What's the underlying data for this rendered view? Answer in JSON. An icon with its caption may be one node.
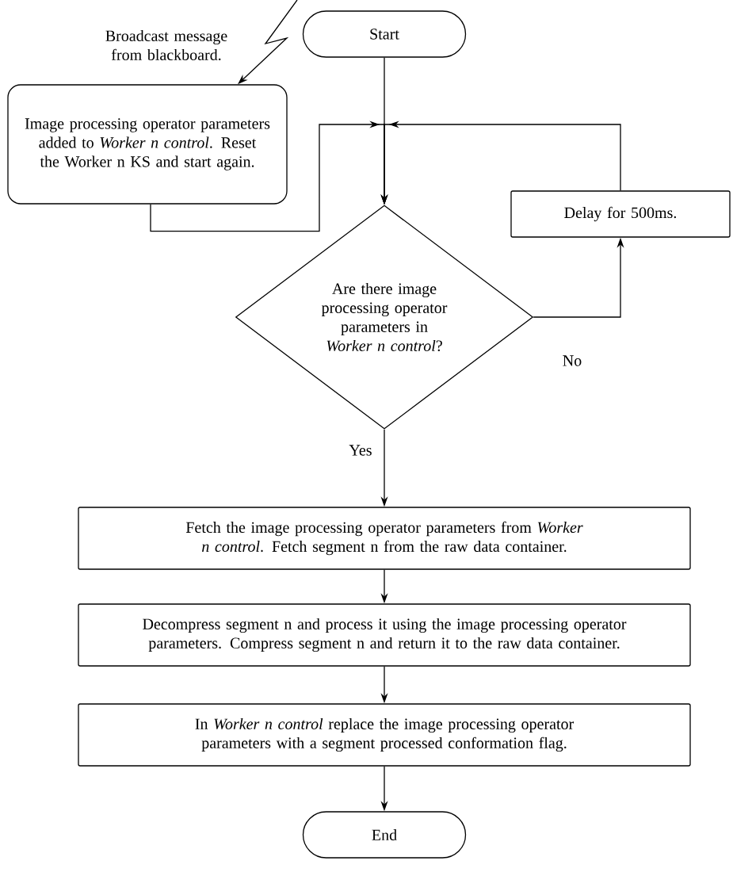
{
  "diagram": {
    "nodes": [
      {
        "text": [
          "Start"
        ]
      },
      {
        "text": [
          "Image processing operator parameters added to *Worker n control*. Reset the Worker n KS and start again."
        ]
      },
      {
        "text": [
          "Delay for 500ms."
        ]
      },
      {
        "text": [
          "Are there image processing operator parameters in *Worker n control*?"
        ]
      },
      {
        "text": [
          "Fetch the image processing operator parameters from *Worker n control*. Fetch segment n from the raw data container."
        ]
      },
      {
        "text": [
          "Decompress segment n and process it using the image processing operator parameters. Compress segment n and return it to the raw data container."
        ]
      },
      {
        "text": [
          "In *Worker n control* replace the image processing operator parameters with a segment processed conformation flag."
        ]
      },
      {
        "text": [
          "End"
        ]
      }
    ],
    "edges": [
      {
        "from": 0,
        "to": 3,
        "arrow": "to"
      },
      {
        "from": 1,
        "to": 3,
        "arrow": "to"
      },
      {
        "from": 2,
        "to": 3,
        "arrow": "to"
      },
      {
        "from": 3,
        "to": 2,
        "arrow": "to",
        "label": "No"
      },
      {
        "from": 3,
        "to": 4,
        "arrow": "to",
        "label": "Yes"
      },
      {
        "from": 4,
        "to": 5,
        "arrow": "to"
      },
      {
        "from": 5,
        "to": 6,
        "arrow": "to"
      },
      {
        "from": 6,
        "to": 7,
        "arrow": "to"
      },
      {
        "from": null,
        "to": 1,
        "arrow": "to",
        "label": "Broadcast message from blackboard."
      }
    ]
  }
}
